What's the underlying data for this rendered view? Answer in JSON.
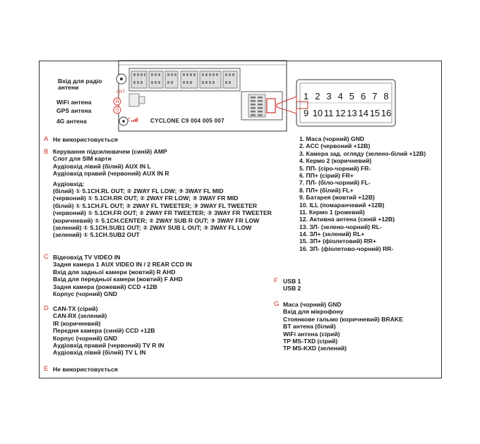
{
  "labels": {
    "radio_antenna": "Вхід для радіо антени",
    "ant": "ANT",
    "wifi": "WiFi антена",
    "gps": "GPS антена",
    "g4": "4G антена",
    "w_mark": "W",
    "g_mark": "G",
    "t_mark": "T",
    "model": "CYCLONE C9 004 005 007"
  },
  "pins_top": [
    "1",
    "2",
    "3",
    "4",
    "5",
    "6",
    "7",
    "8"
  ],
  "pins_bottom": [
    "9",
    "10",
    "11",
    "12",
    "13",
    "14",
    "15",
    "16"
  ],
  "section_a": {
    "letter": "A",
    "text": "Не використовується"
  },
  "section_b": {
    "letter": "B",
    "lines": [
      "Керування підсилювачем (синій) AMP",
      "Слот для SIM карти",
      "Аудіовхід лівий (білий) AUX IN L",
      "Аудіовхід правий (червоний) AUX IN R"
    ],
    "audio_title": "Аудіовхід:",
    "audio_lines": [
      "(білий) ① 5.1CH.RL OUT; ② 2WAY FL LOW; ③ 3WAY FL MID",
      "(червоний) ① 5.1CH.RR OUT; ② 2WAY FR LOW; ③ 3WAY FR MID",
      "(білий) ① 5.1CH.FL OUT; ② 2WAY FL TWEETER; ③ 3WAY FL TWEETER",
      "(червоний) ① 5.1CH.FR OUT; ② 2WAY FR TWEETER; ③ 3WAY FR TWEETER",
      "(коричневий) ① 5.1CH.CENTER; ② 2WAY SUB R OUT; ③ 3WAY FR LOW",
      "(зелений) ① 5.1CH.SUB1 OUT; ② 2WAY SUB L OUT; ③ 3WAY FL LOW",
      "(зелений) ① 5.1CH.SUB2 OUT"
    ]
  },
  "section_c": {
    "letter": "C",
    "lines": [
      "Відеовхід TV VIDEO IN",
      "Задня камера 1 AUX VIDEO IN / 2 REAR CCD IN",
      "Вхід для задньої камери (жовтий) R AHD",
      "Вхід для передньої камери (жовтий) F AHD",
      "Задня камера (рожевий) CCD +12В",
      "Корпус (чорний) GND"
    ]
  },
  "section_d": {
    "letter": "D",
    "lines": [
      "CAN-TX (сірий)",
      "CAN-RX (зелений)",
      "IR (коричневий)",
      "Передня камера (синій) CCD +12В",
      "Корпус (чорний) GND",
      "Аудіовхід правий (червоний) TV R IN",
      "Аудіовхід лівий (білий) TV L IN"
    ]
  },
  "section_e": {
    "letter": "E",
    "text": "Не використовується"
  },
  "pin_list": [
    "1. Маса (чорний) GND",
    "2. ACC (червоний +12В)",
    "3. Камера зад. огляду (зелено-білий +12В)",
    "4. Кермо 2 (коричневий)",
    "5. ПП- (сіро-чорний) FR-",
    "6. ПП+ (сірий) FR+",
    "7. ПЛ- (біло-чорний) FL-",
    "8. ПЛ+ (білий) FL+",
    "9. Батарея (жовтий +12В)",
    "10. ILL (помаранчевий +12В)",
    "11. Кермо 1 (рожевий)",
    "12. Активна антена (синій +12В)",
    "13. ЗЛ- (зелено-чорний) RL-",
    "14. ЗЛ+ (зелений) RL+",
    "15. ЗП+ (фіолетовий) RR+",
    "16. ЗП- (фіолетово-чорний) RR-"
  ],
  "section_f": {
    "letter": "F",
    "lines": [
      "USB 1",
      "USB 2"
    ]
  },
  "section_g": {
    "letter": "G",
    "lines": [
      "Маса (чорний) GND",
      "Вхід для мікрофону",
      "Стоянкове гальмо (коричневий) BRAKE",
      "BT антена (білий)",
      "WiFi антена (сірий)",
      "TP MS-TXD (сірий)",
      "TP MS-KXD (зелений)"
    ]
  },
  "colors": {
    "accent": "#d0312d",
    "line": "#333333"
  }
}
